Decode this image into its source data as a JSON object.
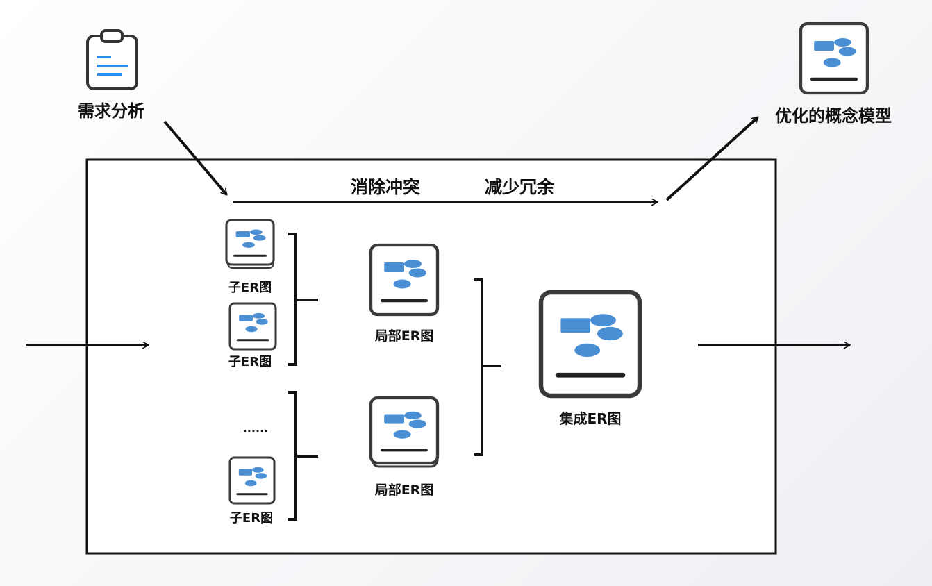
{
  "input": {
    "label": "需求分析",
    "icon": "clipboard-icon"
  },
  "output": {
    "label": "优化的概念模型",
    "icon": "er-diagram-icon"
  },
  "process": {
    "step1": "消除冲突",
    "step2": "减少冗余"
  },
  "sub_er_label": "子ER图",
  "ellipsis": "......",
  "local_er_label": "局部ER图",
  "integrated_er_label": "集成ER图",
  "colors": {
    "stroke": "#1a1a1a",
    "icon_frame": "#3a3a3a",
    "entity_blue": "#4a8fd4",
    "clipboard_lines": "#2e8ef0"
  }
}
